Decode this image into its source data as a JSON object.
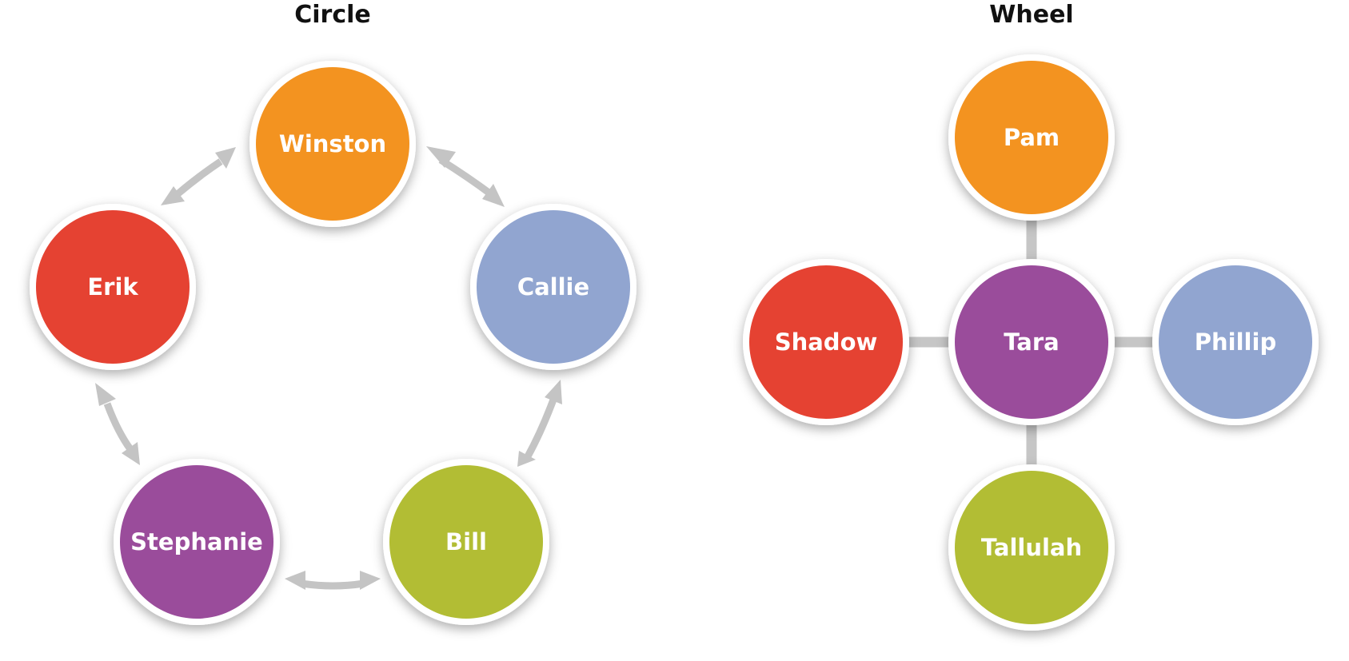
{
  "circle_network": {
    "title": "Circle",
    "nodes": [
      {
        "id": "winston",
        "label": "Winston",
        "color": "#f39320"
      },
      {
        "id": "callie",
        "label": "Callie",
        "color": "#91a5d0"
      },
      {
        "id": "bill",
        "label": "Bill",
        "color": "#b2bd34"
      },
      {
        "id": "stephanie",
        "label": "Stephanie",
        "color": "#9a4c9b"
      },
      {
        "id": "erik",
        "label": "Erik",
        "color": "#e54232"
      }
    ],
    "links": [
      {
        "from": "winston",
        "to": "callie",
        "direction": "both"
      },
      {
        "from": "callie",
        "to": "bill",
        "direction": "both"
      },
      {
        "from": "bill",
        "to": "stephanie",
        "direction": "both"
      },
      {
        "from": "stephanie",
        "to": "erik",
        "direction": "both"
      },
      {
        "from": "erik",
        "to": "winston",
        "direction": "both"
      }
    ]
  },
  "wheel_network": {
    "title": "Wheel",
    "hub": {
      "id": "tara",
      "label": "Tara",
      "color": "#9a4c9b"
    },
    "spokes": [
      {
        "id": "pam",
        "label": "Pam",
        "color": "#f39320"
      },
      {
        "id": "phillip",
        "label": "Phillip",
        "color": "#91a5d0"
      },
      {
        "id": "tallulah",
        "label": "Tallulah",
        "color": "#b2bd34"
      },
      {
        "id": "shadow",
        "label": "Shadow",
        "color": "#e54232"
      }
    ]
  }
}
